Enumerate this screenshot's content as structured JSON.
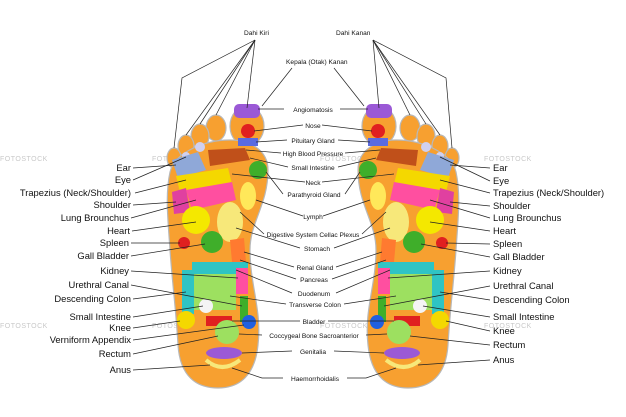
{
  "top_labels": {
    "left_toes": "Dahi Kiri",
    "right_toes": "Dahi Kanan",
    "head": "Kepala (Otak) Kanan"
  },
  "left_labels": [
    "Ear",
    "Eye",
    "Trapezius (Neck/Shoulder)",
    "Shoulder",
    "Lung Brounchus",
    "Heart",
    "Spleen",
    "Gall Bladder",
    "Kidney",
    "Urethral Canal",
    "Descending Colon",
    "Small Intestine",
    "Knee",
    "Verniform Appendix",
    "Rectum",
    "Anus"
  ],
  "right_labels": [
    "Ear",
    "Eye",
    "Trapezius (Neck/Shoulder)",
    "Shoulder",
    "Lung Brounchus",
    "Heart",
    "Spleen",
    "Gall Bladder",
    "Kidney",
    "Urethral Canal",
    "Descending Colon",
    "Small Intestine",
    "Knee",
    "Rectum",
    "Anus"
  ],
  "center_labels": [
    "Angiomatosis",
    "Nose",
    "Pituitary Gland",
    "High Blood Pressure",
    "Small Intestine",
    "Neck",
    "Parathyroid Gland",
    "Lymph",
    "Digestive System Cellac Plexus",
    "Stomach",
    "Renal Gland",
    "Pancreas",
    "Duodenum",
    "Transverse Colon",
    "Bladder",
    "Coccygeal Bone Sacroanterior",
    "Genitalia",
    "Haemorrhoidalis"
  ],
  "watermark": "FOTOSTOCK",
  "colors": {
    "foot_base": "#f7a030",
    "outline": "#b8b8b8",
    "line": "#222222"
  }
}
